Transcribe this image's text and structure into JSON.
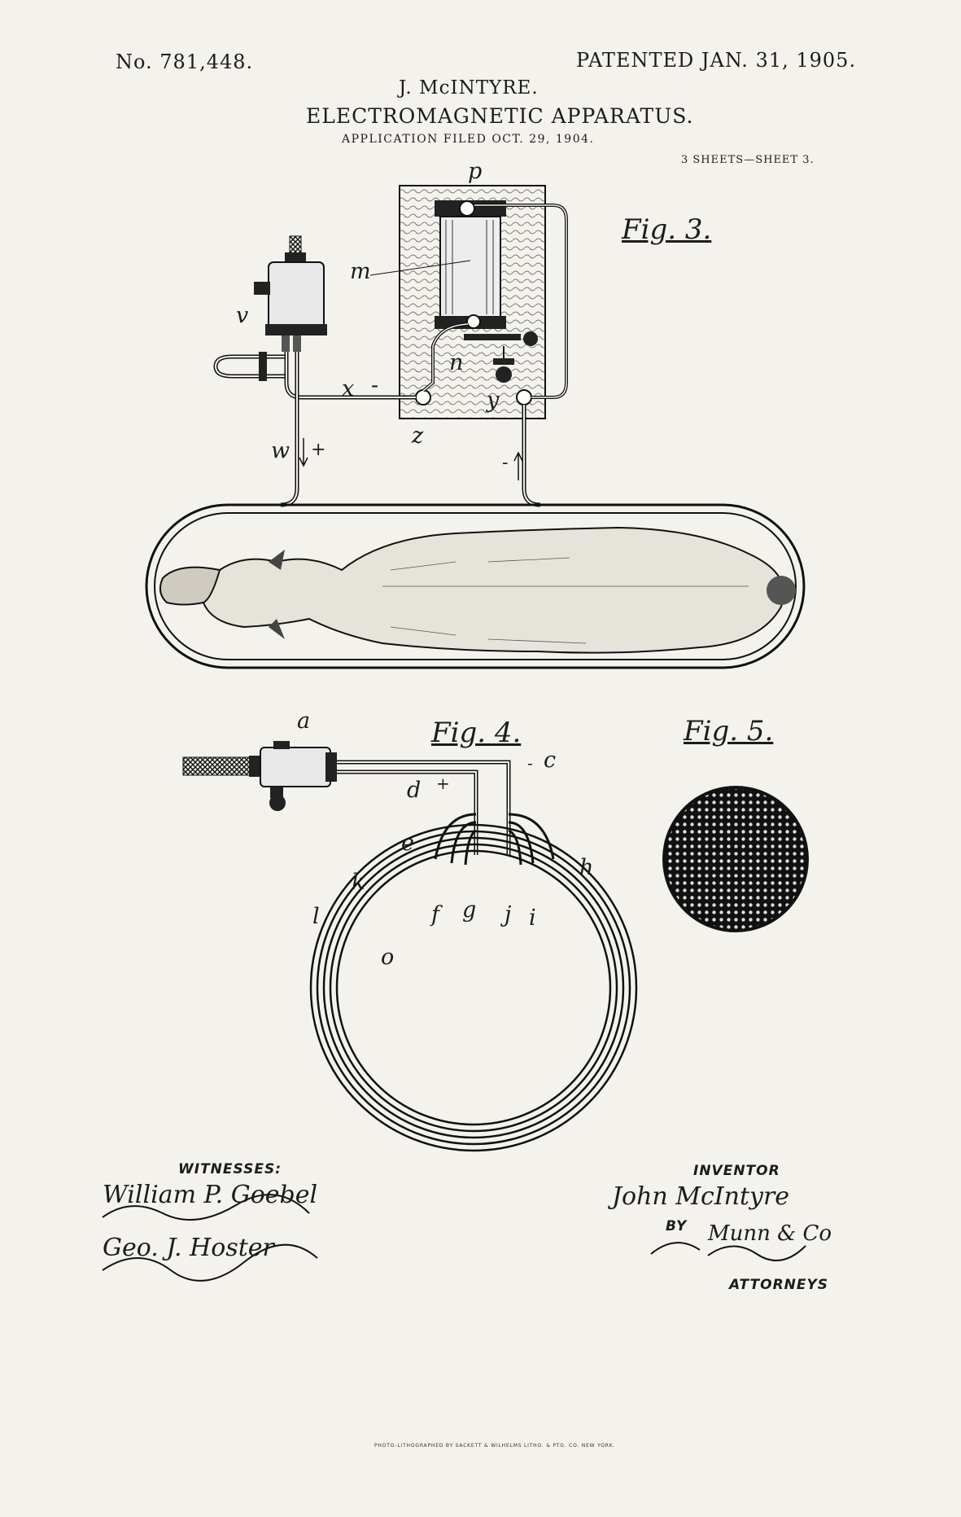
{
  "header": {
    "patent_number": "No. 781,448.",
    "patent_date": "PATENTED JAN. 31, 1905.",
    "inventor_name": "J. McINTYRE.",
    "title": "ELECTROMAGNETIC APPARATUS.",
    "application_filed": "APPLICATION FILED OCT. 29, 1904.",
    "sheet_info": "3 SHEETS—SHEET 3."
  },
  "figures": {
    "fig3": {
      "label": "Fig. 3.",
      "parts": {
        "p": "p",
        "m": "m",
        "v": "v",
        "n": "n",
        "x": "x",
        "y": "y",
        "z": "z",
        "w": "w"
      },
      "polarity": {
        "x_sign": "-",
        "w_sign": "+",
        "lead_sign": "-"
      }
    },
    "fig4": {
      "label": "Fig. 4.",
      "parts": {
        "a": "a",
        "d": "d",
        "c": "c",
        "e": "e",
        "h": "h",
        "k": "k",
        "f": "f",
        "g": "g",
        "j": "j",
        "i": "i",
        "l": "l",
        "o": "o"
      },
      "polarity": {
        "d_sign": "+",
        "c_sign": "-"
      }
    },
    "fig5": {
      "label": "Fig. 5."
    }
  },
  "signatures": {
    "witnesses_label": "WITNESSES:",
    "witness_1": "William P. Goebel",
    "witness_2": "Geo. J. Hoster",
    "inventor_label": "INVENTOR",
    "inventor_signature": "John McIntyre",
    "by_label": "BY",
    "attorney_signature": "Munn & Co",
    "attorneys_label": "ATTORNEYS"
  },
  "footer": {
    "lithographer": "PHOTO-LITHOGRAPHED BY SACKETT & WILHELMS LITHO. & PTG. CO. NEW YORK."
  },
  "colors": {
    "paper": "#f4f2ec",
    "ink": "#1c1c1c"
  }
}
